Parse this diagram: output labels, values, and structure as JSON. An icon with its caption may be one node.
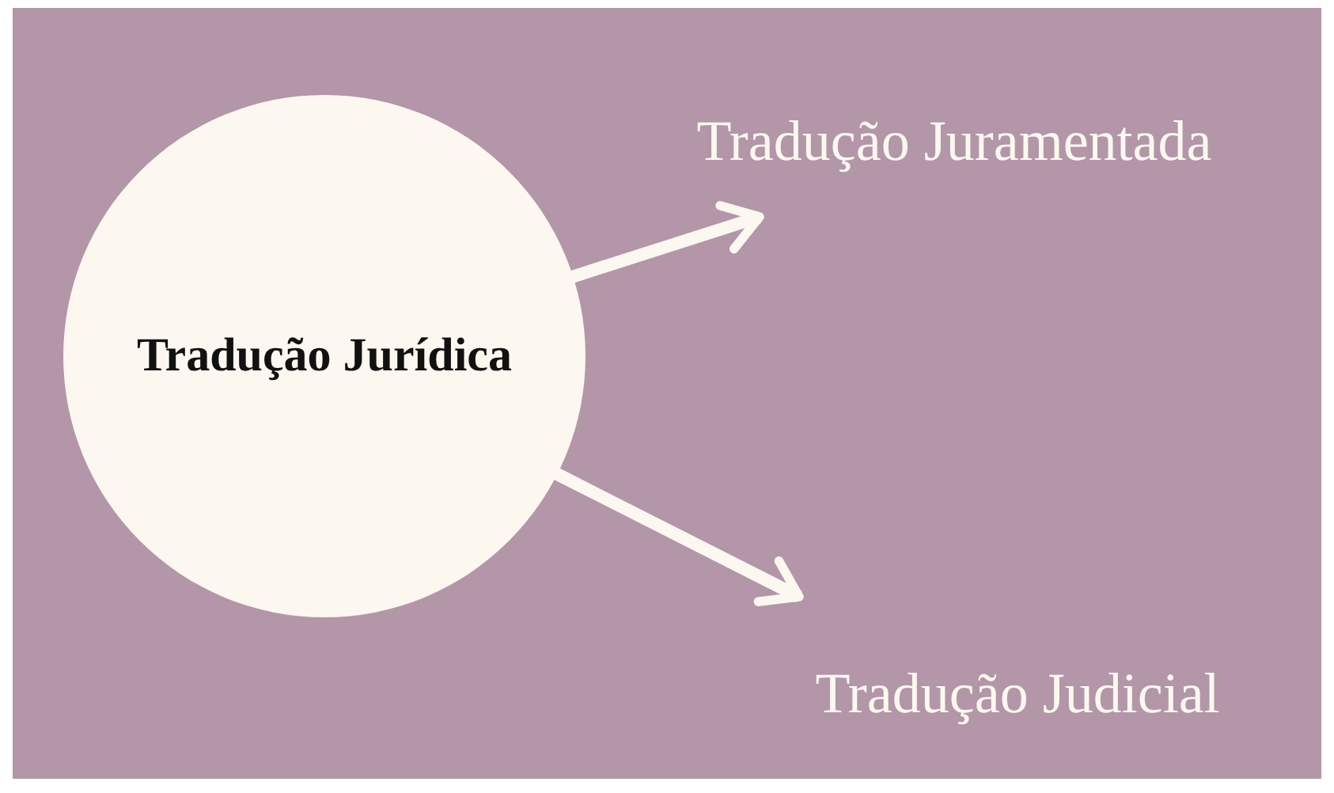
{
  "diagram": {
    "nodes": [
      {
        "text": [
          "Tradução Jurídica"
        ]
      },
      {
        "text": [
          "Tradução Juramentada"
        ]
      },
      {
        "text": [
          "Tradução Judicial"
        ]
      }
    ],
    "edges": [
      {
        "from": 0,
        "to": 1,
        "arrow": "to"
      },
      {
        "from": 0,
        "to": 2,
        "arrow": "to"
      }
    ]
  }
}
